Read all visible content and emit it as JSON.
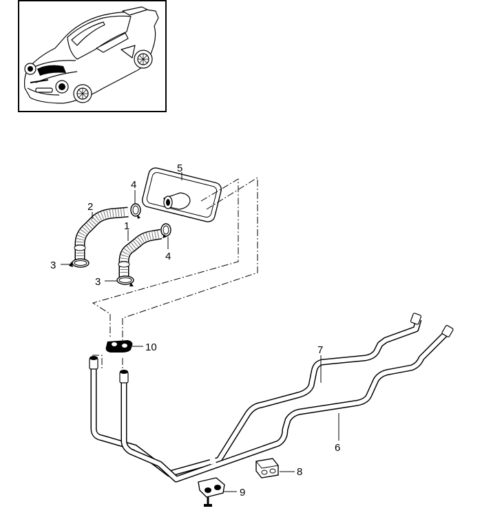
{
  "callouts": {
    "c1": "1",
    "c2": "2",
    "c3a": "3",
    "c3b": "3",
    "c4a": "4",
    "c4b": "4",
    "c5": "5",
    "c6": "6",
    "c7": "7",
    "c8": "8",
    "c9": "9",
    "c10": "10"
  }
}
